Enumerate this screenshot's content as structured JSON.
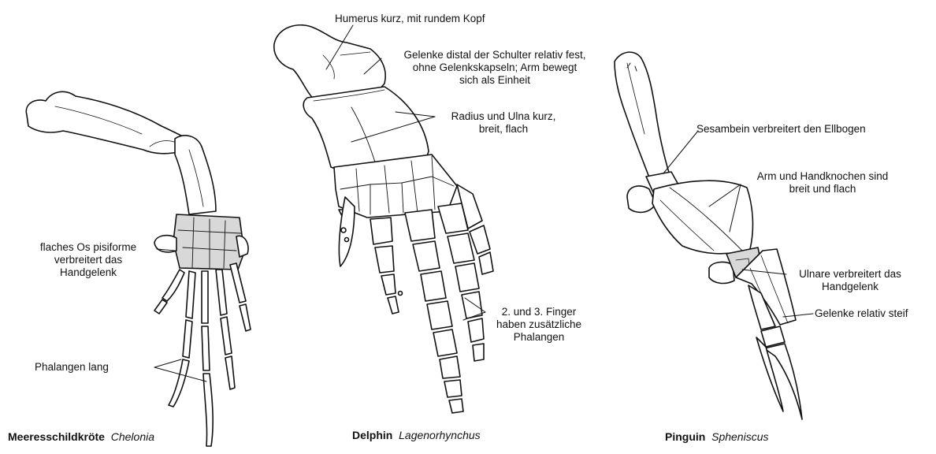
{
  "turtle": {
    "common_name": "Meeresschildkröte",
    "genus": "Chelonia",
    "labels": {
      "pisiform_1": "flaches Os pisiforme",
      "pisiform_2": "verbreitert das",
      "pisiform_3": "Handgelenk",
      "phalanges": "Phalangen lang"
    }
  },
  "dolphin": {
    "common_name": "Delphin",
    "genus": "Lagenorhynchus",
    "labels": {
      "humerus": "Humerus kurz, mit rundem Kopf",
      "joints_1": "Gelenke distal der Schulter relativ fest,",
      "joints_2": "ohne Gelenkskapseln; Arm bewegt",
      "joints_3": "sich als Einheit",
      "radius_1": "Radius und Ulna kurz,",
      "radius_2": "breit, flach",
      "fingers_1": "2. und 3. Finger",
      "fingers_2": "haben zusätzliche",
      "fingers_3": "Phalangen"
    }
  },
  "penguin": {
    "common_name": "Pinguin",
    "genus": "Spheniscus",
    "labels": {
      "sesamoid": "Sesambein verbreitert den Ellbogen",
      "arm_1": "Arm und Handknochen sind",
      "arm_2": "breit und flach",
      "ulnare_1": "Ulnare verbreitert das",
      "ulnare_2": "Handgelenk",
      "joints": "Gelenke relativ steif"
    }
  },
  "colors": {
    "ink": "#111111",
    "paper": "#ffffff",
    "shade": "#d8d8d8"
  }
}
